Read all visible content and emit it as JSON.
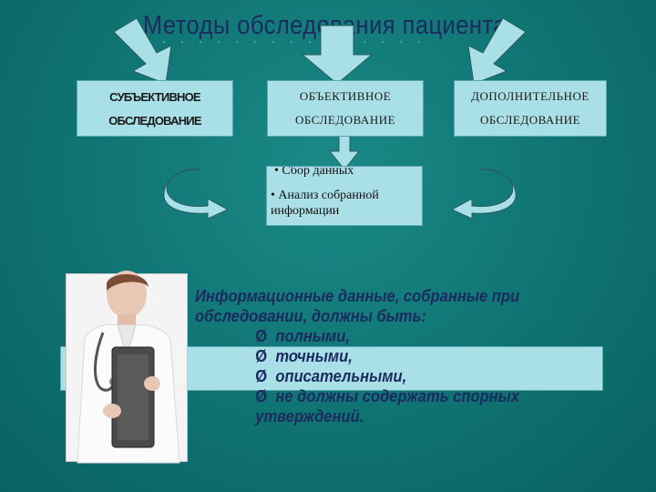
{
  "title": "Методы обследования пациента",
  "boxes": {
    "subjective": {
      "line1": "СУБЪЕКТИВНОЕ",
      "line2": "ОБСЛЕДОВАНИЕ"
    },
    "objective": {
      "line1": "ОБЪЕКТИВНОЕ",
      "line2": "ОБСЛЕДОВАНИЕ"
    },
    "additional": {
      "line1": "ДОПОЛНИТЕЛЬНОЕ",
      "line2": "ОБСЛЕДОВАНИЕ"
    }
  },
  "center": {
    "item1": "• Сбор данных",
    "item2": "• Анализ собранной",
    "item2b": "информации"
  },
  "info": {
    "heading1": "Информационные данные, собранные при",
    "heading2": "обследовании, должны быть:",
    "items": [
      "полными,",
      "точными,",
      "описательными,",
      "не должны содержать спорных"
    ],
    "tail": "утверждений."
  },
  "colors": {
    "background": "#0f7372",
    "box": "#a9e0e8",
    "title": "#1b2b60"
  },
  "icons": [
    "arrow-down-icon",
    "curved-arrow-icon",
    "bullet-arrow-icon",
    "doctor-photo"
  ]
}
